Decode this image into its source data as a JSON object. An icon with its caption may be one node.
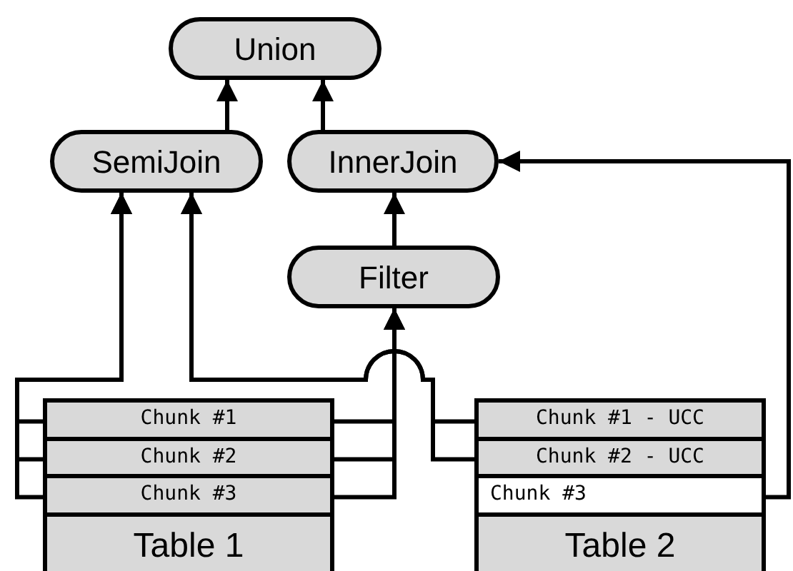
{
  "diagram": {
    "nodes": [
      {
        "text": [
          "Union"
        ]
      },
      {
        "text": [
          "SemiJoin"
        ]
      },
      {
        "text": [
          "InnerJoin"
        ]
      },
      {
        "text": [
          "Filter"
        ]
      },
      {
        "text": [
          "Table 1"
        ]
      },
      {
        "text": [
          "Chunk #1"
        ],
        "in": 4
      },
      {
        "text": [
          "Chunk #2"
        ],
        "in": 4
      },
      {
        "text": [
          "Chunk #3"
        ],
        "in": 4
      },
      {
        "text": [
          "Table 2"
        ]
      },
      {
        "text": [
          "Chunk #1 - UCC"
        ],
        "in": 8
      },
      {
        "text": [
          "Chunk #2 - UCC"
        ],
        "in": 8
      },
      {
        "text": [
          "Chunk #3"
        ],
        "in": 8
      }
    ],
    "edges": [
      {
        "from": 1,
        "to": 0,
        "arrow": "to"
      },
      {
        "from": 2,
        "to": 0,
        "arrow": "to"
      },
      {
        "from": 3,
        "to": 2,
        "arrow": "to"
      },
      {
        "from": 5,
        "to": 1,
        "arrow": "to"
      },
      {
        "from": 6,
        "to": 1,
        "arrow": "to"
      },
      {
        "from": 7,
        "to": 1,
        "arrow": "to"
      },
      {
        "from": 5,
        "to": 3,
        "arrow": "to"
      },
      {
        "from": 6,
        "to": 3,
        "arrow": "to"
      },
      {
        "from": 7,
        "to": 3,
        "arrow": "to"
      },
      {
        "from": 9,
        "to": 1,
        "arrow": "to"
      },
      {
        "from": 10,
        "to": 1,
        "arrow": "to"
      },
      {
        "from": 11,
        "to": 2,
        "arrow": "to"
      }
    ]
  }
}
